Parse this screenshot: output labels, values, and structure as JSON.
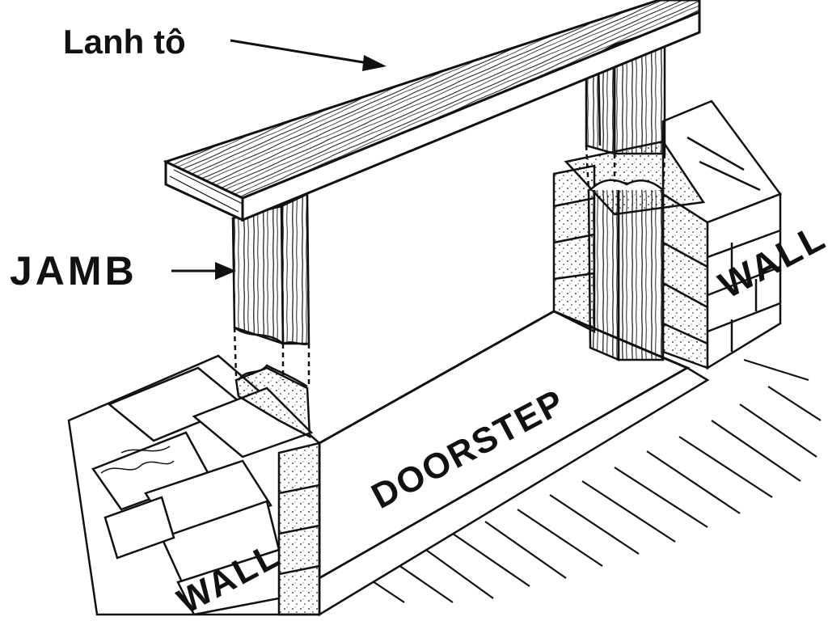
{
  "labels": {
    "lintel": "Lanh tô",
    "jamb": "JAMB",
    "wall_right": "WALL",
    "wall_left": "WALL",
    "doorstep": "DOORSTEP"
  },
  "colors": {
    "ink": "#111111",
    "paper": "#ffffff"
  }
}
